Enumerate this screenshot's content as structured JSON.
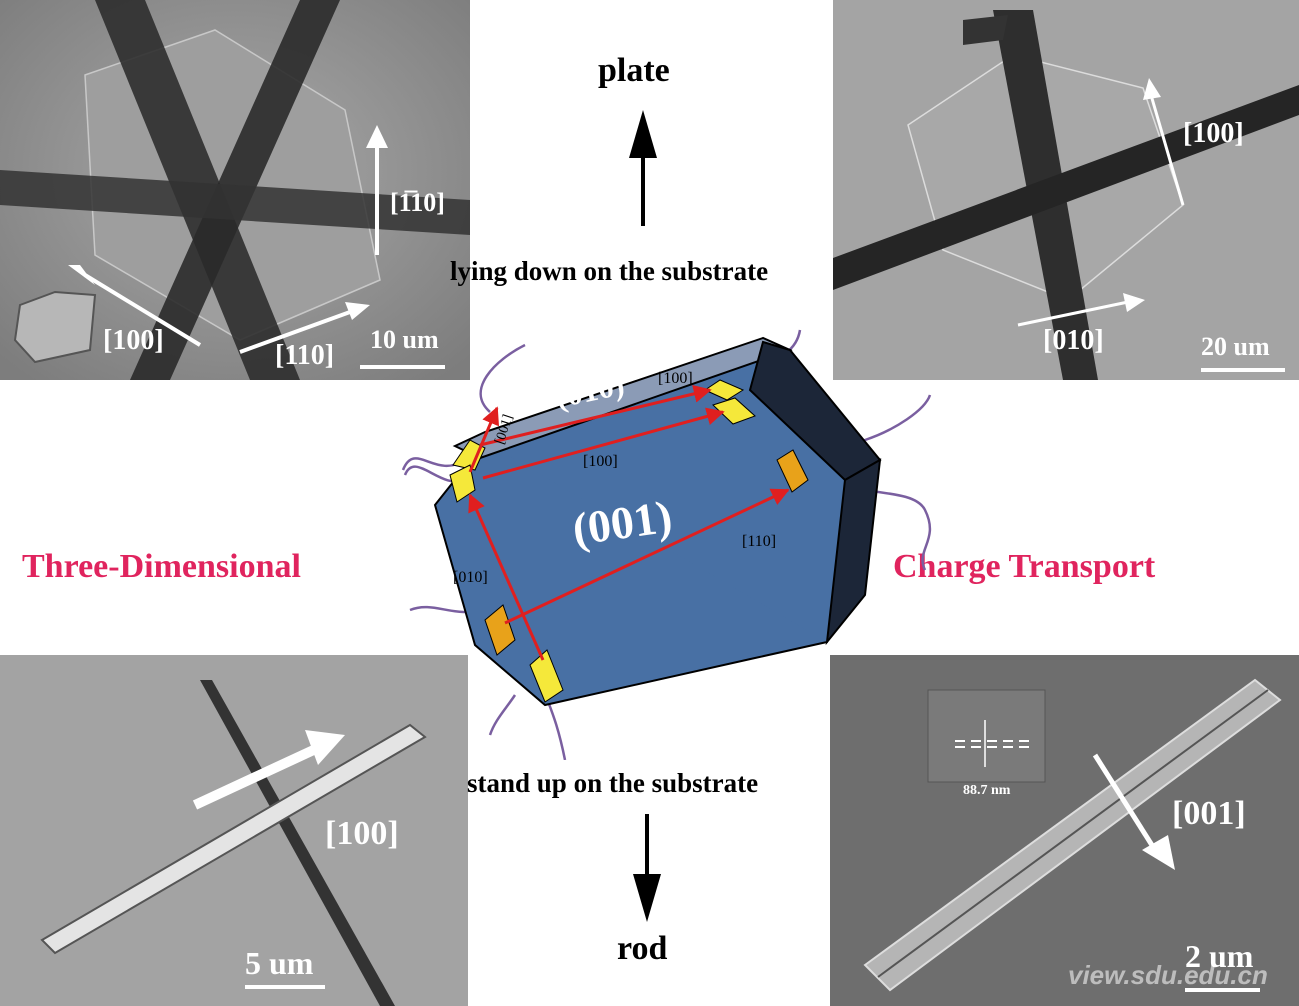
{
  "labels": {
    "plate": "plate",
    "lying": "lying down on the substrate",
    "stand": "stand up on the substrate",
    "rod": "rod",
    "left_title": "Three-Dimensional",
    "right_title": "Charge Transport"
  },
  "panels": {
    "top_left": {
      "dir_a": "[100]",
      "dir_b": "[110]",
      "dir_c": "[1̅10]",
      "scale": "10 um"
    },
    "top_right": {
      "dir_a": "[100]",
      "dir_b": "[010]",
      "scale": "20 um"
    },
    "bottom_left": {
      "dir_a": "[100]",
      "scale": "5 um"
    },
    "bottom_right": {
      "dir_a": "[001]",
      "inset": "88.7 nm",
      "scale": "2 um",
      "watermark": "view.sdu.edu.cn"
    }
  },
  "crystal": {
    "top_face": "(010)",
    "front_face": "(001)",
    "edge_100_top": "[100]",
    "edge_001": "[001]",
    "dir_100": "[100]",
    "dir_010": "[010]",
    "dir_110": "[110]"
  },
  "colors": {
    "accent": "#e0245e",
    "crystal_front": "#4870a4",
    "crystal_top": "#8b9bb6",
    "crystal_side": "#1c2638",
    "electrode_yellow": "#f5e83a",
    "electrode_orange": "#e8a21a",
    "wire": "#7a5fa0",
    "arrow_red": "#e01f1f"
  }
}
